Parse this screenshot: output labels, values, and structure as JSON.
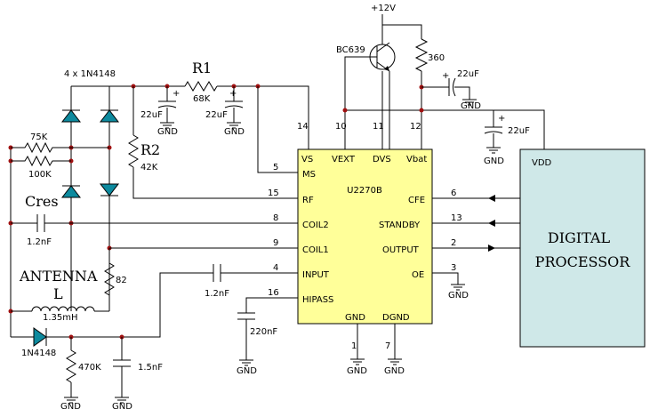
{
  "supply": {
    "vcc": "+12V",
    "gnd": "GND",
    "vdd": "VDD"
  },
  "ic": {
    "name": "U2270B",
    "pins": {
      "vs": "VS",
      "vext": "VEXT",
      "dvs": "DVS",
      "vbat": "Vbat",
      "ms": "MS",
      "rf": "RF",
      "coil2": "COIL2",
      "coil1": "COIL1",
      "input": "INPUT",
      "hipass": "HIPASS",
      "gnd": "GND",
      "dgnd": "DGND",
      "cfe": "CFE",
      "standby": "STANDBY",
      "output": "OUTPUT",
      "oe": "OE"
    },
    "pin_numbers": {
      "vs": "14",
      "vext": "10",
      "dvs": "11",
      "vbat": "12",
      "ms": "5",
      "rf": "15",
      "coil2": "8",
      "coil1": "9",
      "input": "4",
      "hipass": "16",
      "gnd": "1",
      "dgnd": "7",
      "cfe": "6",
      "standby": "13",
      "output": "2",
      "oe": "3"
    }
  },
  "processor": {
    "line1": "DIGITAL",
    "line2": "PROCESSOR",
    "fill": "#cfe8e8"
  },
  "components": {
    "diodes_label": "4 x 1N4148",
    "r1_name": "R1",
    "r1_value": "68K",
    "r2_name": "R2",
    "r2_value": "42K",
    "cap_22uf": "22uF",
    "transistor": "BC639",
    "r_360": "360",
    "r_75k": "75K",
    "r_100k": "100K",
    "cres_name": "Cres",
    "cres_value": "1.2nF",
    "r_82": "82",
    "antenna": "ANTENNA",
    "l_name": "L",
    "l_value": "1.35mH",
    "d_1n4148": "1N4148",
    "r_470k": "470K",
    "c_1_5nf": "1.5nF",
    "c_input": "1.2nF",
    "c_hipass": "220nF",
    "plus": "+"
  },
  "colors": {
    "ic_fill": "#ffff99",
    "diode_fill": "#0d8a9e",
    "dot": "#a01010"
  }
}
